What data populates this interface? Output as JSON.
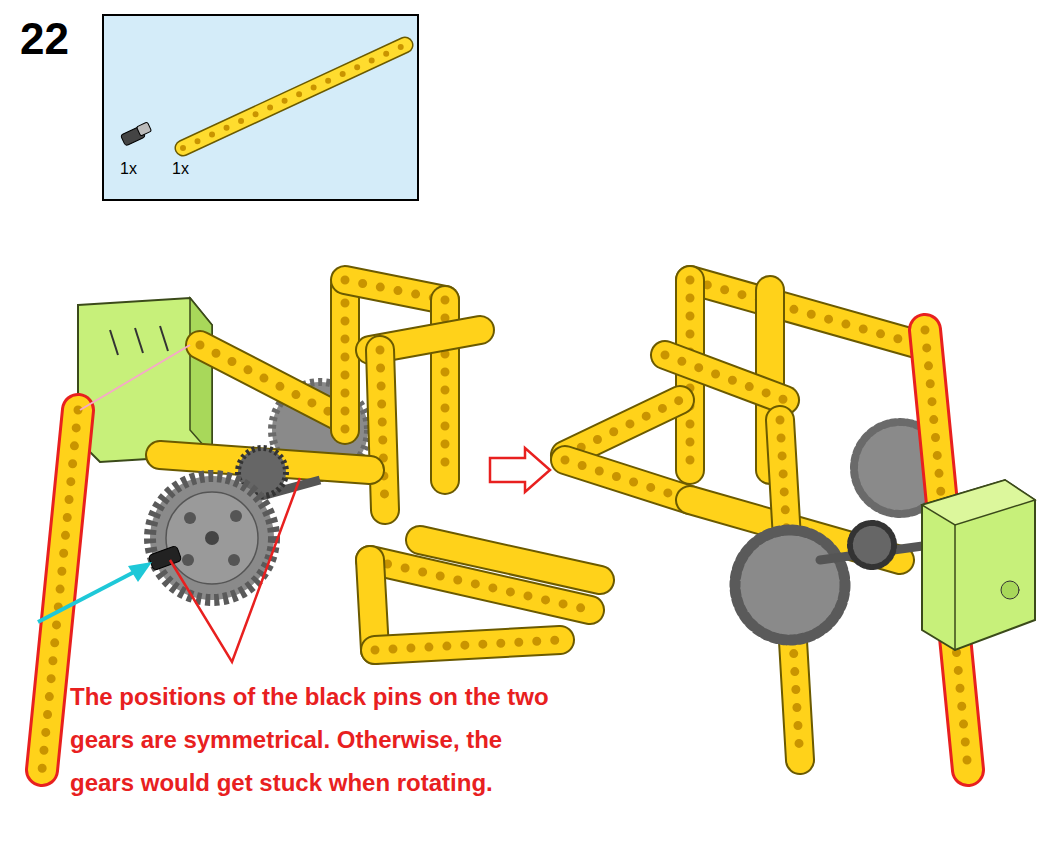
{
  "diagram": {
    "labels": [
      "22",
      "1x",
      "1x",
      "The positions of the black pins on the two gears are symmetrical. Otherwise, the gears would get stuck when rotating."
    ]
  }
}
